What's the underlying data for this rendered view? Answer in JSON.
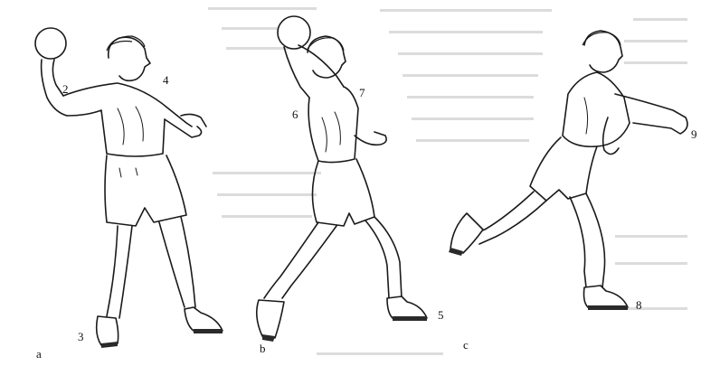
{
  "figure": {
    "panels": [
      {
        "id": "a",
        "label": "a",
        "markers": [
          "2",
          "3",
          "4"
        ]
      },
      {
        "id": "b",
        "label": "b",
        "markers": [
          "5",
          "6",
          "7"
        ]
      },
      {
        "id": "c",
        "label": "c",
        "markers": [
          "8",
          "9"
        ]
      }
    ],
    "colors": {
      "ink": "#1a1a1a",
      "paper": "#ffffff",
      "bleed": "#9a9a9a"
    }
  }
}
